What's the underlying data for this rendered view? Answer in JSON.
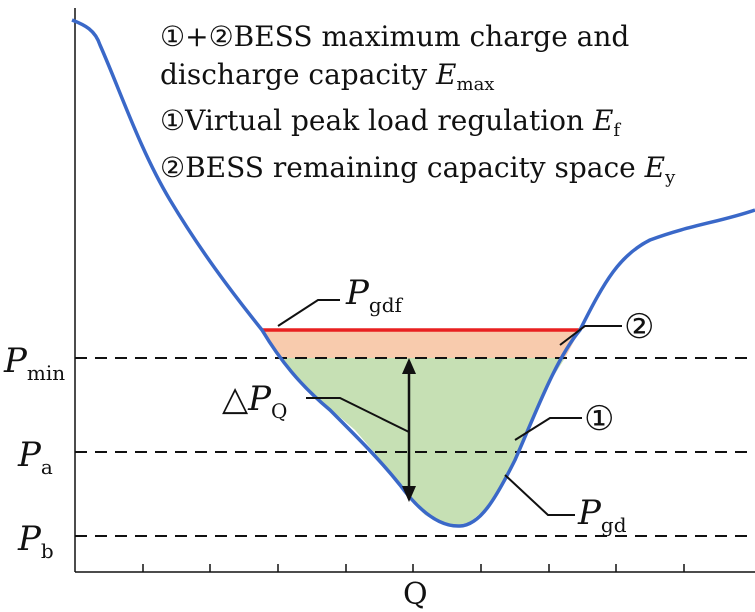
{
  "legend": {
    "line1": "①+②BESS maximum charge and",
    "line2_text": "discharge capacity ",
    "line2_var": "E",
    "line2_sub": "max",
    "line3_text": "①Virtual peak load regulation ",
    "line3_var": "E",
    "line3_sub": "f",
    "line4_text": "②BESS remaining capacity space ",
    "line4_var": "E",
    "line4_sub": "y"
  },
  "levels": {
    "pmin": {
      "main": "P",
      "sub": "min"
    },
    "pa": {
      "main": "P",
      "sub": "a"
    },
    "pb": {
      "main": "P",
      "sub": "b"
    }
  },
  "annotations": {
    "pgdf": {
      "main": "P",
      "sub": "gdf"
    },
    "delta_pq": {
      "main": "△P",
      "sub": "Q"
    },
    "pgd": {
      "main": "P",
      "sub": "gd"
    },
    "region2": "②",
    "region1": "①"
  },
  "axis": {
    "xlabel": "Q"
  },
  "colors": {
    "curve": "#3a68c8",
    "pgdf_line": "#e82020",
    "region1_fill": "#c6e0b4",
    "region2_fill": "#f8cbad",
    "dashed": "#111111"
  }
}
